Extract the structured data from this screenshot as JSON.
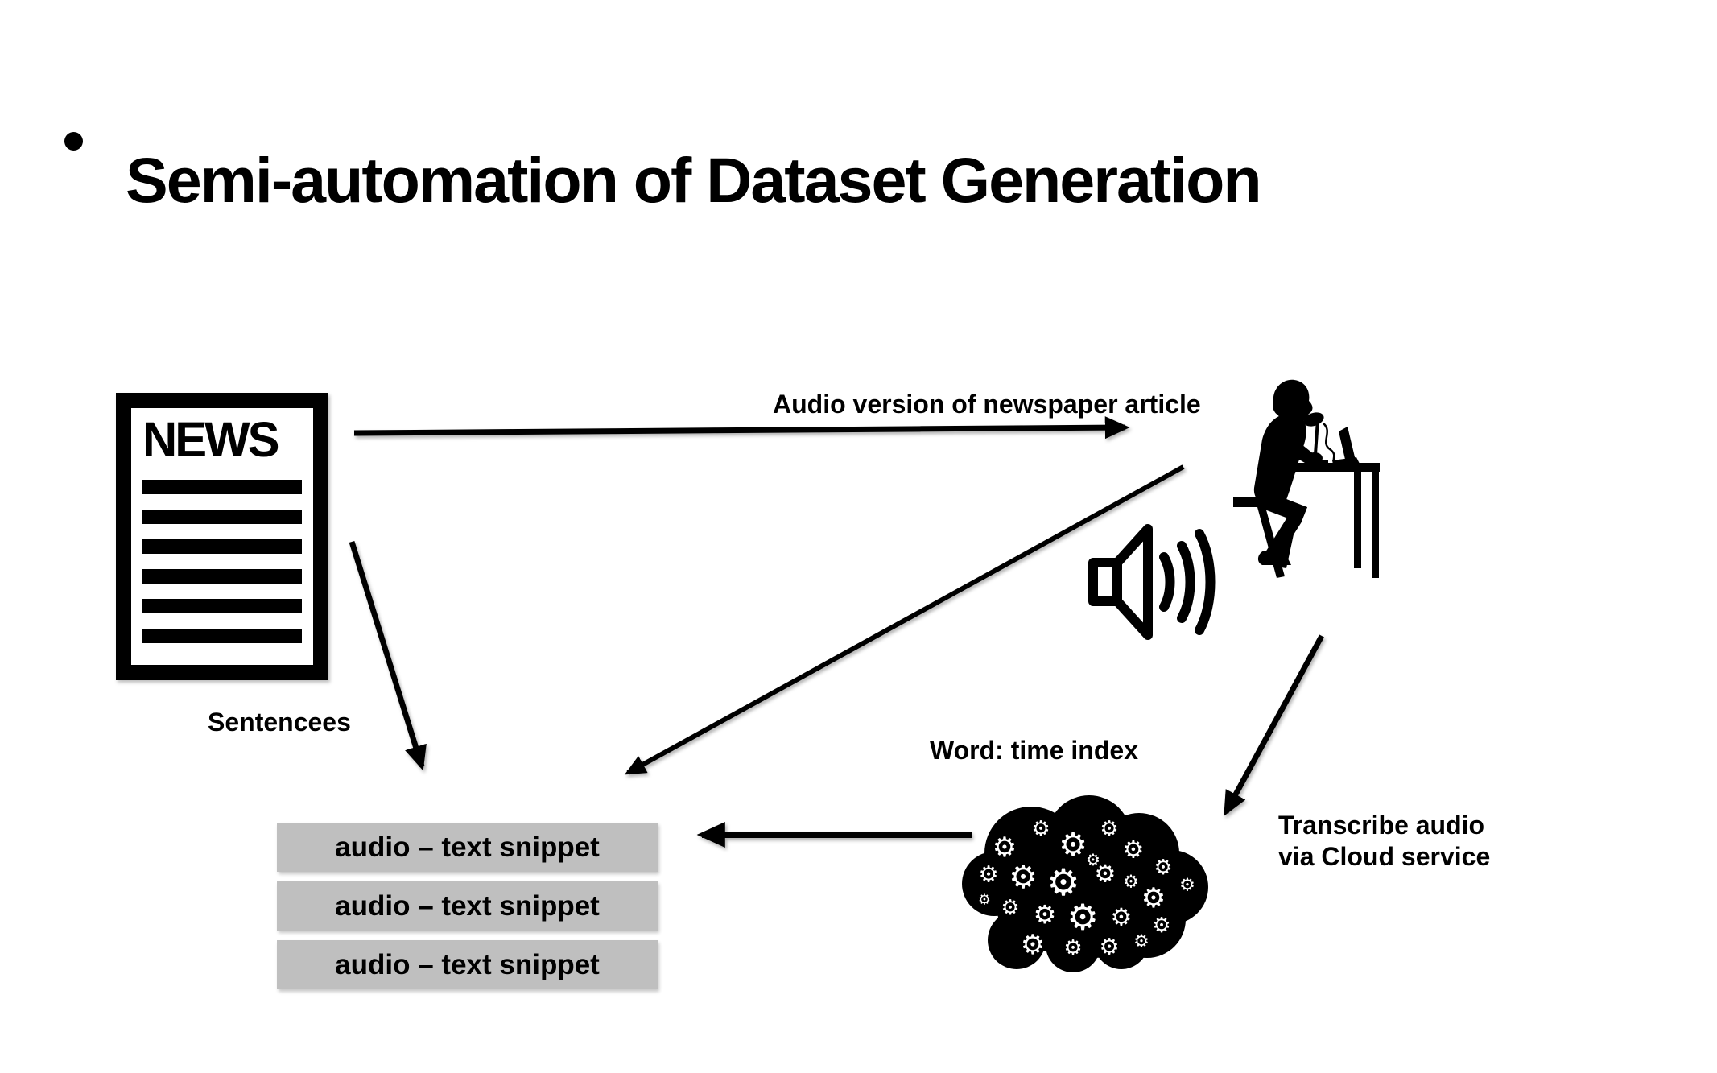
{
  "slide": {
    "bullet": "•",
    "title": "Semi-automation of Dataset Generation"
  },
  "diagram": {
    "news_icon_text": "NEWS",
    "sentences_label": "Sentencees",
    "audio_version_label": "Audio version of newspaper article",
    "word_time_index_label": "Word: time index",
    "transcribe_line1": "Transcribe audio",
    "transcribe_line2": "via Cloud service",
    "snippets": [
      "audio – text snippet",
      "audio – text snippet",
      "audio – text snippet"
    ]
  },
  "icons": {
    "newspaper": "newspaper-icon",
    "person_at_desk": "person-recording-at-desk-icon",
    "speaker": "speaker-sound-waves-icon",
    "gear_cloud": "cloud-of-gears-icon"
  },
  "colors": {
    "background": "#ffffff",
    "ink": "#000000",
    "snippet_box_fill": "#bfbfbf"
  }
}
